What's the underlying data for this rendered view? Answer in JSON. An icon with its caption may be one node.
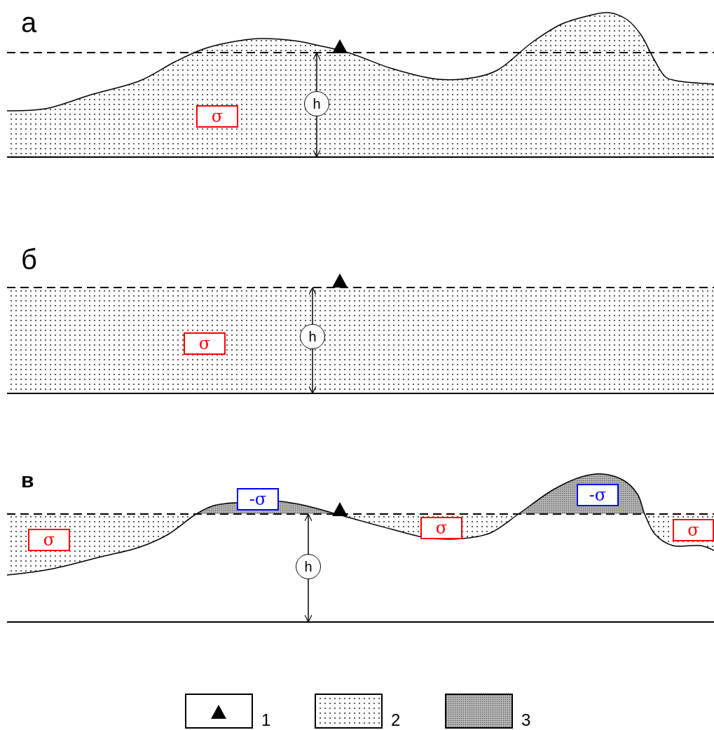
{
  "diagram": {
    "nodes": [
      {
        "text": [
          "σ"
        ]
      },
      {
        "text": [
          "h"
        ]
      },
      {
        "text": [
          "σ"
        ]
      },
      {
        "text": [
          "h"
        ]
      },
      {
        "text": [
          "-σ"
        ]
      },
      {
        "text": [
          "-σ"
        ]
      },
      {
        "text": [
          "σ"
        ]
      },
      {
        "text": [
          "σ"
        ]
      },
      {
        "text": [
          "σ"
        ]
      },
      {
        "text": [
          "h"
        ]
      }
    ],
    "labels": [
      "а",
      "б",
      "в"
    ],
    "legend": [
      {
        "text": "1"
      },
      {
        "text": "2"
      },
      {
        "text": "3"
      }
    ]
  }
}
